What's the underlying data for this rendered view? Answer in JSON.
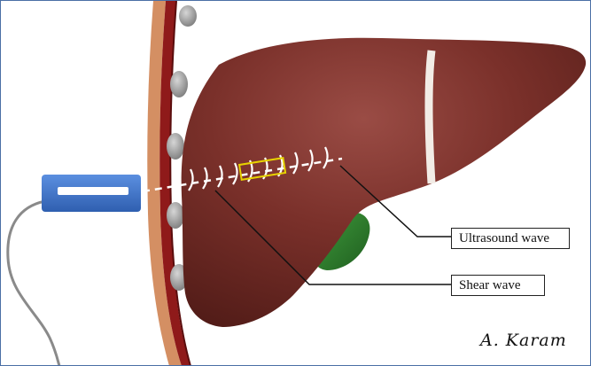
{
  "labels": {
    "ultrasound_wave": "Ultrasound wave",
    "shear_wave": "Shear wave"
  },
  "signature": "A. Karam",
  "colors": {
    "liver": "#6e2a25",
    "liver_highlight": "#8e433c",
    "ribbon": "#f2ece6",
    "skin_outer": "#d48f63",
    "muscle": "#8f1a1a",
    "rib": "#a7a7a7",
    "probe": "#3f74c9",
    "gallbladder": "#2f7f2e",
    "roi_box": "#e7d200",
    "border": "#4a6fa5"
  }
}
